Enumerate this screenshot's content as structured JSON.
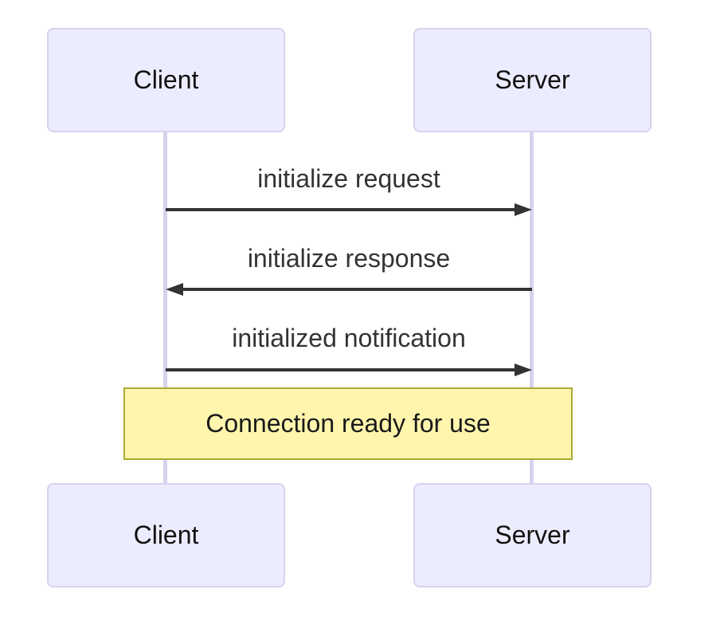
{
  "diagram": {
    "type": "sequence",
    "actors": [
      {
        "id": "client",
        "label": "Client"
      },
      {
        "id": "server",
        "label": "Server"
      }
    ],
    "messages": [
      {
        "from": "client",
        "to": "server",
        "direction": "right",
        "label": "initialize request"
      },
      {
        "from": "server",
        "to": "client",
        "direction": "left",
        "label": "initialize response"
      },
      {
        "from": "client",
        "to": "server",
        "direction": "right",
        "label": "initialized notification"
      }
    ],
    "note": {
      "over": [
        "client",
        "server"
      ],
      "label": "Connection ready for use"
    }
  },
  "colors": {
    "background": "#FFFFFF",
    "actor_fill": "#ECECFF",
    "actor_border": "#D8D2EE",
    "actor_text": "#111111",
    "lifeline": "#D8D2EE",
    "arrow": "#333333",
    "message_text": "#333333",
    "note_fill": "#FFF5AD",
    "note_border": "#AAAA33",
    "note_text": "#1A1A1A"
  }
}
